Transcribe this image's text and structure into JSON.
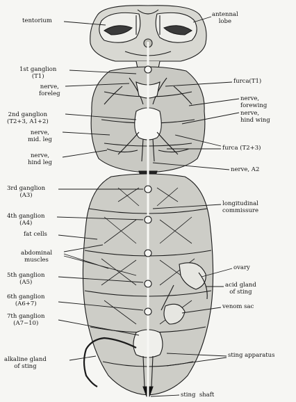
{
  "labels": {
    "tentorium": "tentorium",
    "antennal_lobe": "antennal\nlobe",
    "first_ganglion": "1st ganglion\n(T1)",
    "nerve_foreleg": "nerve,\nforeleg",
    "furca_t1": "furca(T1)",
    "nerve_forewing": "nerve,\nforewing",
    "nerve_hind_wing": "nerve,\nhind wing",
    "second_ganglion": "2nd ganglion\n(T2+3, A1+2)",
    "nerve_mid_leg": "nerve,\nmid. leg",
    "furca_t2_3": "furca (T2+3)",
    "nerve_hind_leg": "nerve,\nhind leg",
    "nerve_a2": "nerve, A2",
    "third_ganglion": "3rd ganglion\n(A3)",
    "longitudinal_commissure": "longitudinal\ncommissure",
    "fourth_ganglion": "4th ganglion\n(A4)",
    "fat_cells": "fat cells",
    "abdominal_muscles": "abdominal\nmuscles",
    "ovary": "ovary",
    "fifth_ganglion": "5th ganglion\n(A5)",
    "acid_gland": "acid gland\nof sting",
    "sixth_ganglion": "6th ganglion\n(A6+7)",
    "venom_sac": "venom sac",
    "seventh_ganglion": "7th ganglion\n(A7−10)",
    "alkaline_gland": "alkaline gland\nof sting",
    "sting_apparatus": "sting apparatus",
    "sting_shaft": "sting  shaft"
  }
}
